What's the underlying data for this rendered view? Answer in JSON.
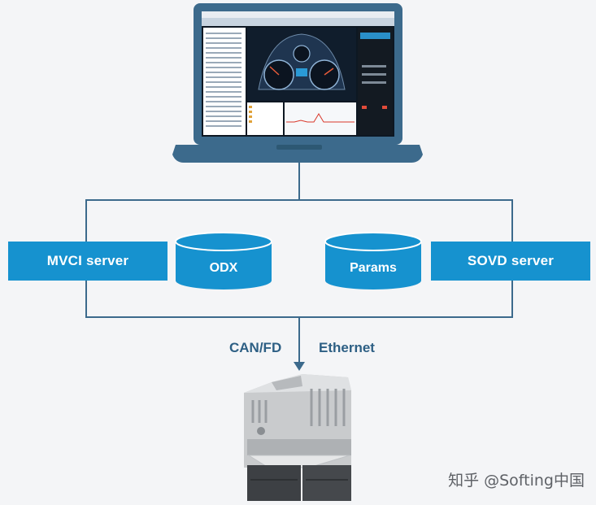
{
  "nodes": {
    "mvci_server": "MVCI server",
    "odx": "ODX",
    "params": "Params",
    "sovd_server": "SOVD server"
  },
  "links": {
    "can_fd": "CAN/FD",
    "ethernet": "Ethernet"
  },
  "watermark": "知乎 @Softing中国",
  "colors": {
    "accent": "#1692cf",
    "line": "#2d5f84",
    "laptop": "#3c6a8c"
  },
  "icons": {
    "laptop": "laptop-icon",
    "ecu": "ecu-module-icon",
    "database": "database-cylinder-icon"
  }
}
